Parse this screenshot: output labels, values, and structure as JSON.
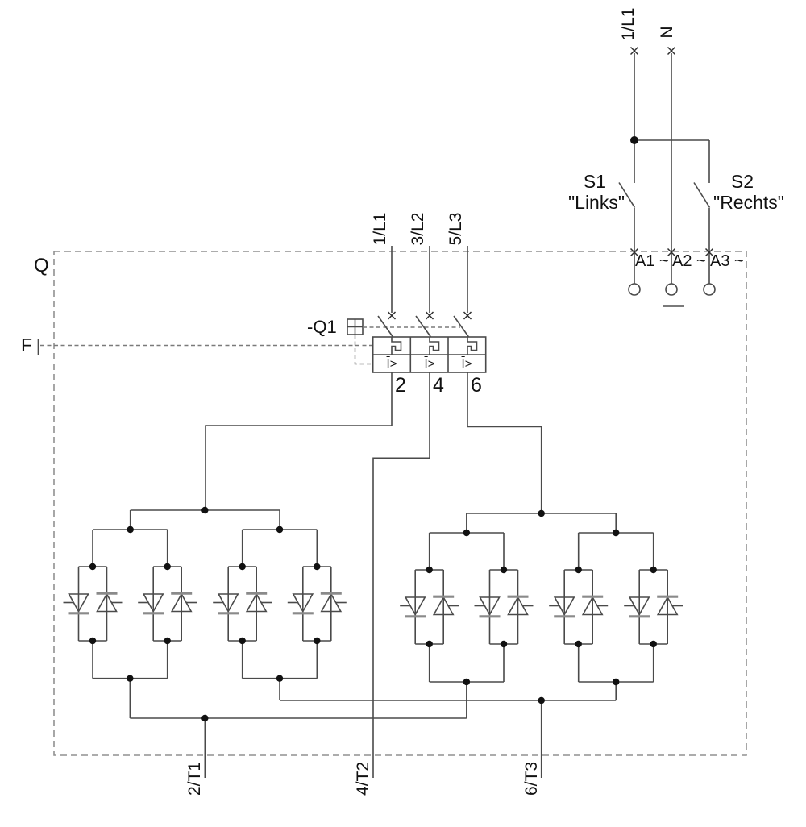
{
  "diagram": {
    "title_hint": "reversing-thyristor-power-circuit",
    "enclosure": {
      "label": "Q"
    },
    "release": {
      "label": "F"
    },
    "supply": {
      "l1": "1/L1",
      "n": "N"
    },
    "switches": {
      "s1": {
        "name": "S1",
        "caption": "\"Links\""
      },
      "s2": {
        "name": "S2",
        "caption": "\"Rechts\""
      }
    },
    "control_terminals": [
      "A1 ~",
      "A2 ~",
      "A3 ~"
    ],
    "breaker": {
      "label": "-Q1",
      "inputs": [
        "1/L1",
        "3/L2",
        "5/L3"
      ],
      "overcurrent_symbol": "I>",
      "outputs": [
        "2",
        "4",
        "6"
      ]
    },
    "motor_terminals": [
      "2/T1",
      "4/T2",
      "6/T3"
    ],
    "colors": {
      "wire": "#4a4a4a",
      "dashed_border": "#919191",
      "mech_linkage": "#7a7a7a",
      "thyristor_cathode_bar": "#8a8a8a",
      "text": "#111111"
    }
  }
}
